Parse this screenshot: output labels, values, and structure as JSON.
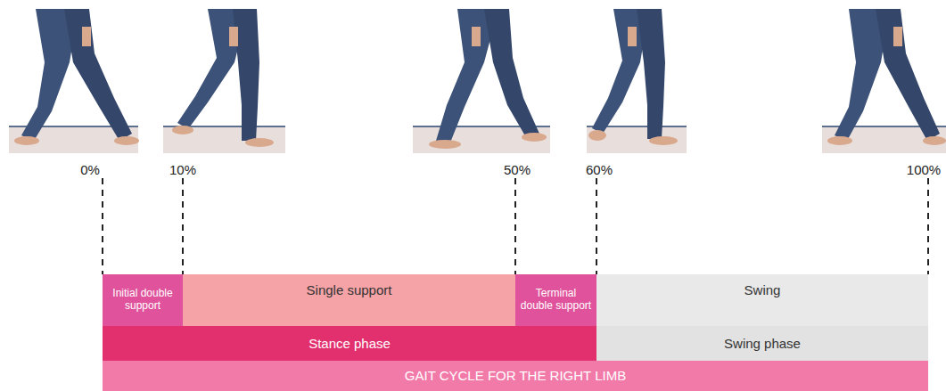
{
  "diagram": {
    "nodes": [
      {
        "text": [
          "Initial double support"
        ]
      },
      {
        "text": [
          "Single support"
        ]
      },
      {
        "text": [
          "Terminal double support"
        ]
      },
      {
        "text": [
          "Swing"
        ]
      },
      {
        "text": [
          "Stance phase"
        ]
      },
      {
        "text": [
          "Swing phase"
        ]
      },
      {
        "text": [
          "GAIT CYCLE FOR THE RIGHT LIMB"
        ]
      }
    ],
    "labels": [
      "0%",
      "10%",
      "50%",
      "60%",
      "100%"
    ]
  }
}
